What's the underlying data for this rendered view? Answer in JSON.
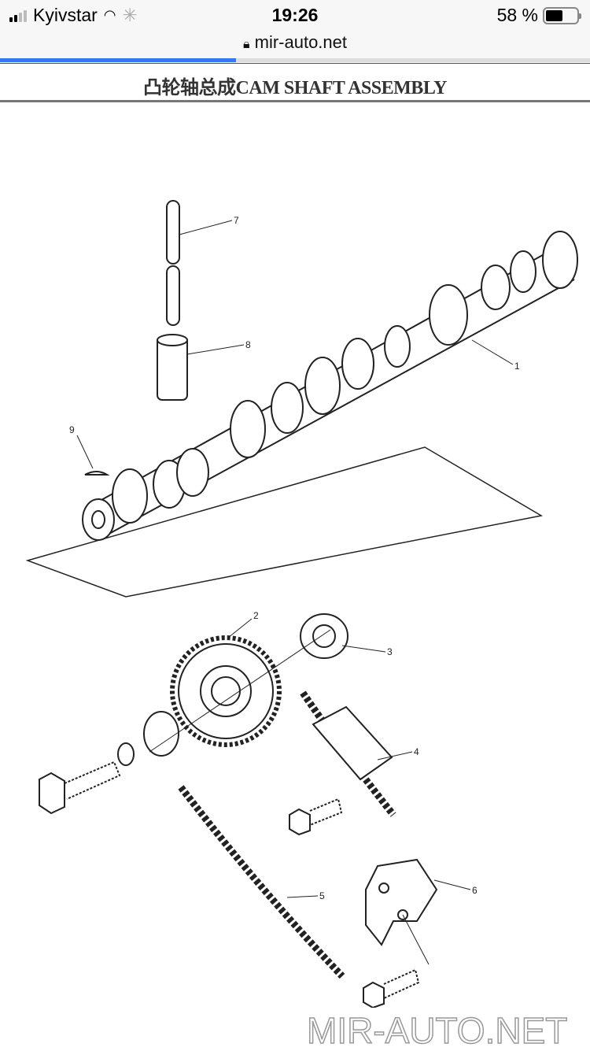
{
  "status_bar": {
    "carrier": "Kyivstar",
    "time": "19:26",
    "battery_percent": "58 %",
    "battery_level": 0.58,
    "signal_bars": 2
  },
  "browser": {
    "url": "mir-auto.net",
    "load_progress": 0.4
  },
  "page": {
    "title": "凸轮轴总成CAM SHAFT ASSEMBLY",
    "callouts": [
      "1",
      "2",
      "3",
      "4",
      "5",
      "6",
      "7",
      "8",
      "9"
    ],
    "watermark": "MIR-AUTO.NET"
  }
}
